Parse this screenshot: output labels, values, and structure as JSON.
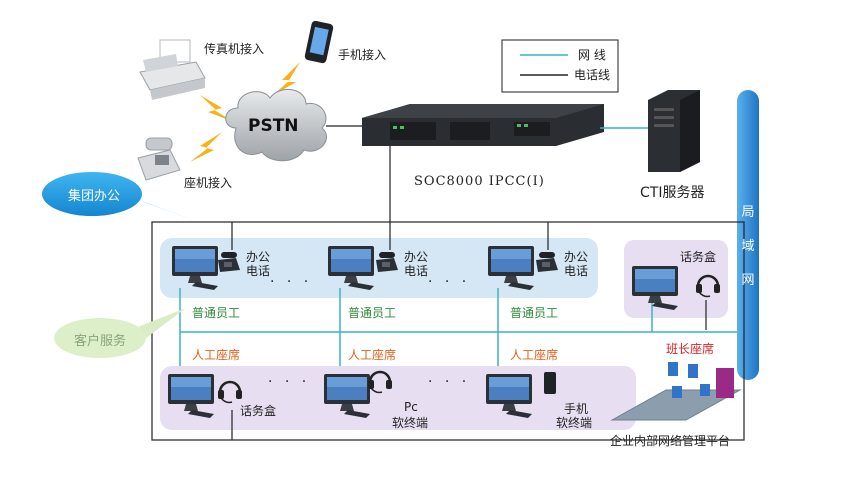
{
  "legend": {
    "network_line": "网 线",
    "phone_line": "电话线",
    "network_line_color": "#3bb3c3",
    "phone_line_color": "#222222"
  },
  "pstn": {
    "cloud_label": "PSTN",
    "fax_label": "传真机接入",
    "mobile_label": "手机接入",
    "landline_label": "座机接入"
  },
  "server": {
    "device_label": "SOC8000 IPCC(I)",
    "cti_label": "CTI服务器"
  },
  "lan": {
    "label_chars": [
      "局",
      "域",
      "网"
    ],
    "color": "#2f8fd6"
  },
  "group_office": {
    "label": "集团办公",
    "phone_label_line1": "办公",
    "phone_label_line2": "电话",
    "staff_label": "普通员工"
  },
  "customer_service": {
    "label": "客户服务",
    "agent_label": "人工座席",
    "terminals": [
      {
        "line1": "话务盒",
        "line2": ""
      },
      {
        "line1": "Pc",
        "line2": "软终端"
      },
      {
        "line1": "手机",
        "line2": "软终端"
      }
    ]
  },
  "supervisor": {
    "box_label": "话务盒",
    "seat_label": "班长座席"
  },
  "management": {
    "label": "企业内部网络管理平台"
  },
  "ellipsis": "· · ·"
}
